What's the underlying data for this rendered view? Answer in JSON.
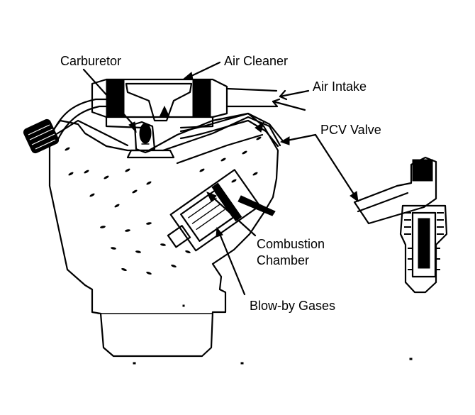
{
  "diagram": {
    "labels": {
      "carburetor": "Carburetor",
      "air_cleaner": "Air Cleaner",
      "air_intake": "Air Intake",
      "pcv_valve": "PCV Valve",
      "combustion_chamber_line1": "Combustion",
      "combustion_chamber_line2": "Chamber",
      "blow_by_gases": "Blow-by Gases"
    },
    "colors": {
      "ink": "#000000",
      "paper": "#ffffff"
    }
  }
}
